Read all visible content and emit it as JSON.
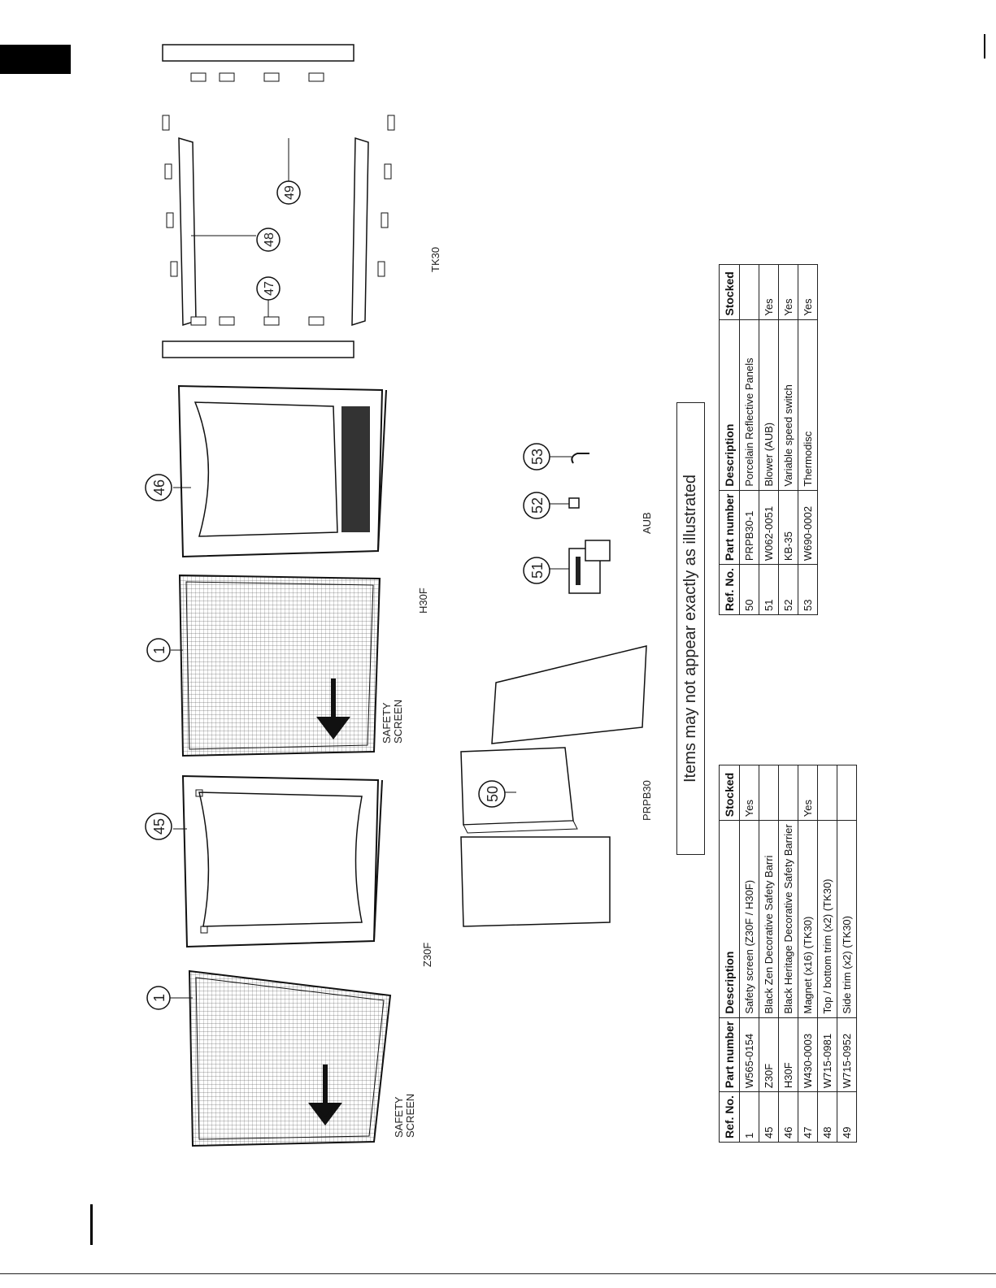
{
  "labels": {
    "safety_screen_line1": "SAFETY",
    "safety_screen_line2": "SCREEN",
    "model_z30f": "Z30F",
    "model_h30f": "H30F",
    "model_tk30": "TK30",
    "model_prpb30": "PRPB30",
    "model_aub": "AUB"
  },
  "callouts": {
    "c1a": "1",
    "c45": "45",
    "c1b": "1",
    "c46": "46",
    "c47": "47",
    "c48": "48",
    "c49": "49",
    "c50": "50",
    "c51": "51",
    "c52": "52",
    "c53": "53"
  },
  "notice": "Items may not appear exactly as illustrated",
  "table_headers": {
    "ref": "Ref. No.",
    "part": "Part number",
    "desc": "Description",
    "stocked": "Stocked"
  },
  "table1": [
    {
      "ref": "1",
      "part": "W565-0154",
      "desc": "Safety screen (Z30F / H30F)",
      "stocked": "Yes"
    },
    {
      "ref": "45",
      "part": "Z30F",
      "desc": "Black Zen Decorative Safety Barri",
      "stocked": ""
    },
    {
      "ref": "46",
      "part": "H30F",
      "desc": "Black Heritage Decorative Safety Barrier",
      "stocked": ""
    },
    {
      "ref": "47",
      "part": "W430-0003",
      "desc": "Magnet (x16) (TK30)",
      "stocked": "Yes"
    },
    {
      "ref": "48",
      "part": "W715-0981",
      "desc": "Top / bottom trim (x2) (TK30)",
      "stocked": ""
    },
    {
      "ref": "49",
      "part": "W715-0952",
      "desc": "Side trim (x2) (TK30)",
      "stocked": ""
    }
  ],
  "table2": [
    {
      "ref": "50",
      "part": "PRPB30-1",
      "desc": "Porcelain Reflective Panels",
      "stocked": ""
    },
    {
      "ref": "51",
      "part": "W062-0051",
      "desc": "Blower (AUB)",
      "stocked": "Yes"
    },
    {
      "ref": "52",
      "part": "KB-35",
      "desc": "Variable speed switch",
      "stocked": "Yes"
    },
    {
      "ref": "53",
      "part": "W690-0002",
      "desc": "Thermodisc",
      "stocked": "Yes"
    }
  ]
}
